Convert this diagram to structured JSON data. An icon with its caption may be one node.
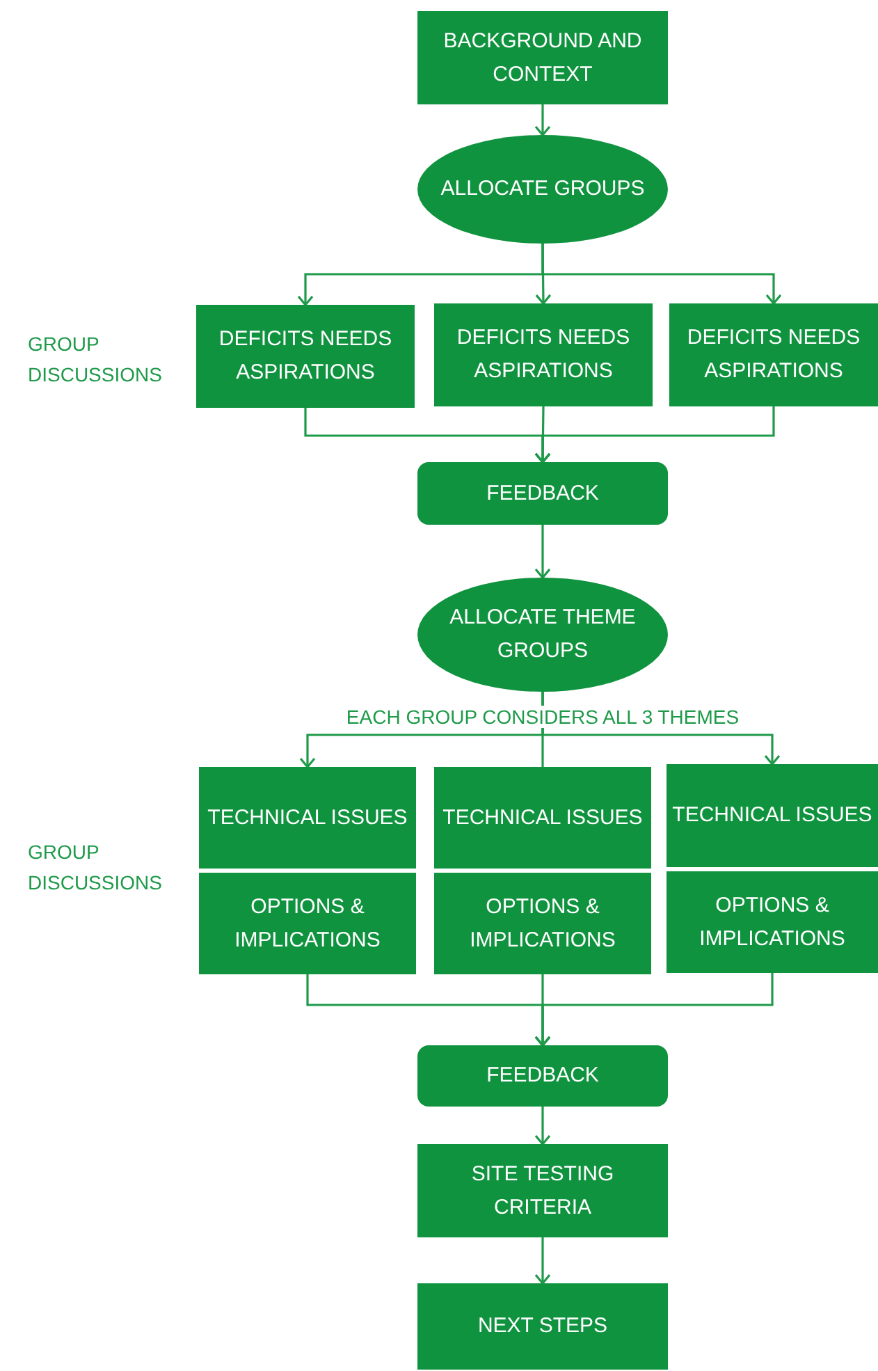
{
  "diagram": {
    "nodes": [
      {
        "text": [
          "BACKGROUND AND CONTEXT"
        ]
      },
      {
        "text": [
          "ALLOCATE GROUPS"
        ]
      },
      {
        "text": [
          "DEFICITS NEEDS ASPIRATIONS"
        ]
      },
      {
        "text": [
          "DEFICITS NEEDS ASPIRATIONS"
        ]
      },
      {
        "text": [
          "DEFICITS NEEDS ASPIRATIONS"
        ]
      },
      {
        "text": [
          "FEEDBACK"
        ]
      },
      {
        "text": [
          "ALLOCATE THEME GROUPS"
        ]
      },
      {
        "text": [
          "TECHNICAL ISSUES"
        ]
      },
      {
        "text": [
          "OPTIONS & IMPLICATIONS"
        ]
      },
      {
        "text": [
          "TECHNICAL ISSUES"
        ]
      },
      {
        "text": [
          "OPTIONS & IMPLICATIONS"
        ]
      },
      {
        "text": [
          "TECHNICAL ISSUES"
        ]
      },
      {
        "text": [
          "OPTIONS & IMPLICATIONS"
        ]
      },
      {
        "text": [
          "FEEDBACK"
        ]
      },
      {
        "text": [
          "SITE TESTING CRITERIA"
        ]
      },
      {
        "text": [
          "NEXT STEPS"
        ]
      }
    ],
    "edges": [
      {
        "from": 0,
        "to": 1,
        "arrow": "to"
      },
      {
        "from": 1,
        "to": 2,
        "arrow": "to"
      },
      {
        "from": 1,
        "to": 3,
        "arrow": "to"
      },
      {
        "from": 1,
        "to": 4,
        "arrow": "to"
      },
      {
        "from": 2,
        "to": 5,
        "arrow": "to"
      },
      {
        "from": 3,
        "to": 5,
        "arrow": "to"
      },
      {
        "from": 4,
        "to": 5,
        "arrow": "to"
      },
      {
        "from": 5,
        "to": 6,
        "arrow": "to"
      },
      {
        "from": 6,
        "to": 7,
        "arrow": "to"
      },
      {
        "from": 6,
        "to": 9,
        "arrow": "none"
      },
      {
        "from": 6,
        "to": 11,
        "arrow": "to"
      },
      {
        "from": 8,
        "to": 13,
        "arrow": "to"
      },
      {
        "from": 10,
        "to": 13,
        "arrow": "to"
      },
      {
        "from": 12,
        "to": 13,
        "arrow": "to"
      },
      {
        "from": 13,
        "to": 14,
        "arrow": "to"
      },
      {
        "from": 14,
        "to": 15,
        "arrow": "to"
      }
    ],
    "labels": [
      "GROUP DISCUSSIONS",
      "EACH GROUP CONSIDERS ALL 3 THEMES",
      "GROUP DISCUSSIONS"
    ]
  }
}
